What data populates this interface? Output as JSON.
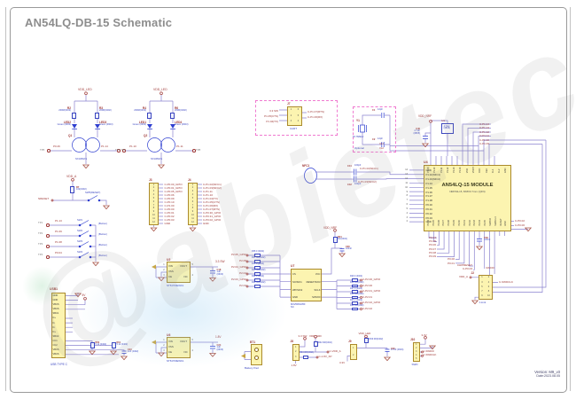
{
  "page": {
    "title": "AN54LQ-DB-15 Schematic",
    "version": "Version: M9_v3",
    "date": "Date:2023.08.05",
    "watermark": "@abietec"
  },
  "colors": {
    "wire": "#8a82cf",
    "net_label": "#9d3634",
    "value_label": "#3a45c0",
    "component_fill": "#fcf4b0",
    "component_border": "#ab8a2c",
    "pink_box": "#f07ad0",
    "ground": "#a85548",
    "title": "#8d8d8d"
  },
  "led1": {
    "vdd": "VDD_LED",
    "r_left": "R2",
    "r_left_val": "200R(0402)",
    "r_right": "R3",
    "r_right_val": "200R(0402)",
    "led_left": "LED2",
    "led_left_val": "Green (0603)",
    "led_right": "LED3",
    "led_right_val": "Green (0603)",
    "q": "Q1",
    "q_part": "NX138AKS",
    "tp_left": "TP5",
    "tp_left_net": "P0.26",
    "tp_right": "TP6",
    "tp_right_net": "P1.14"
  },
  "led2": {
    "vdd": "VDD_LED",
    "r_left": "R4",
    "r_left_val": "200R(0402)",
    "r_right": "R6",
    "r_right_val": "200R(0402)",
    "led_left": "LED1",
    "led_left_val": "Green (0603)",
    "led_right": "LED4",
    "led_right_val": "Green (0603)",
    "q": "Q2",
    "q_part": "NX138AKS",
    "tp_left": "TP7",
    "tp_left_net": "P1.10",
    "tp_right": "TP8",
    "tp_right_net": "P1.11"
  },
  "reset": {
    "vdd": "VDD_A",
    "r": "R7",
    "r_val": "10k(0402)",
    "net": "NRESET",
    "sw": "SW5(RESET)"
  },
  "buttons": {
    "rows": [
      {
        "tp": "TP1",
        "net": "P1.13",
        "sw": "SW1",
        "label": "(Button)"
      },
      {
        "tp": "TP2",
        "net": "P1.09",
        "sw": "SW2",
        "label": "(Button)"
      },
      {
        "tp": "TP3",
        "net": "P1.08",
        "sw": "SW3",
        "label": "(Button)"
      },
      {
        "tp": "TP4",
        "net": "P0.04",
        "sw": "SW4",
        "label": "(Button)"
      }
    ]
  },
  "header1": {
    "ref": "J3",
    "numbers": [
      "1",
      "2",
      "3",
      "4",
      "5",
      "6",
      "7",
      "8",
      "9",
      "10",
      "11",
      "12"
    ],
    "nets": [
      "C-P0.00_GPIO",
      "C-P0.01_GPIO",
      "C-P0.05_GPIO",
      "C-P0.06",
      "C-P0.09",
      "C-P0.10",
      "C-P1.00",
      "C-P0.00",
      "C-P0.01",
      "C-P0.02",
      "C-P0.03",
      "GND"
    ]
  },
  "header2": {
    "ref": "J4",
    "numbers": [
      "1",
      "2",
      "3",
      "4",
      "5",
      "6",
      "7",
      "8",
      "9",
      "10",
      "11",
      "12"
    ],
    "nets": [
      "C-P1.02(NFC1)",
      "C-P1.03(NFC2)",
      "C-P1.11",
      "C-P1.10",
      "C-P1.04(TX)",
      "C-P1.05(CTS)",
      "C-P1.06(RX)",
      "C-P1.07(RTS)",
      "C-P0.30_GPIO",
      "C-P0.31_GPIO",
      "C-P0.02_GPIO",
      "GND"
    ]
  },
  "uart": {
    "ref": "J7",
    "label": "UART",
    "numbers_left": [
      "1",
      "2",
      "3"
    ],
    "numbers_right": [
      "6",
      "5",
      "4"
    ],
    "left_nets": [
      "3.3 SW",
      "P1.05(CTS)",
      "P1.04(TX)"
    ],
    "right_nets": [
      "C-P1.07(RTS)",
      "C-P1.06(RX)"
    ]
  },
  "crystal": {
    "ref": "Y1",
    "value": "32.768kHz",
    "c1_ref": "C1",
    "c1_val": "12pF",
    "c2_ref": "C2",
    "c2_val": "12pF",
    "label": "Optional",
    "xl1": "XL1",
    "xl2": "XL2"
  },
  "nfc": {
    "ref": "NFC1",
    "c1": "C41",
    "c1_val": "100pF",
    "c2": "C42",
    "c2_val": "100pF",
    "net1": "C-P1.02(NFC1)",
    "net2": "C-P1.03(NFC2)"
  },
  "vdd_in": {
    "net": "VDD_NRF",
    "cap": "C40",
    "cap_val": "4.7uF",
    "cap_pkg": "(0805)",
    "l": "L1",
    "l_val": "4.7uH",
    "l_pkg": "(0806)"
  },
  "cp_labels": [
    "C-P1.14",
    "C-P1.13",
    "C-P1.12",
    "C-P1.11",
    "C-P1.10",
    "C-P1.09"
  ],
  "module": {
    "ref": "U4",
    "title": "AN54LQ-15 MODULE",
    "subtitle": "NRF54L15, 8X8X0.7mm (QFN)",
    "left_numbers": [
      "14",
      "13",
      "12",
      "11",
      "10",
      "9",
      "8",
      "7",
      "6",
      "5",
      "4",
      "3",
      "2"
    ],
    "left_pins": [
      "GND",
      "P1.02(NFC1)",
      "P1.03(NFC2)",
      "P1.04",
      "P1.05",
      "P1.06",
      "P1.07",
      "P1.08",
      "P0.00",
      "P0.01",
      "P0.02",
      "P0.03",
      "GND"
    ],
    "top_pins": [
      "P1.09",
      "P1.10",
      "P1.11",
      "P1.12",
      "P1.13",
      "P1.14",
      "VDD",
      "VDDH",
      "DCC",
      "DEC",
      "XL1",
      "XL2",
      "GND"
    ],
    "bottom_pins": [
      "P0.04",
      "P0.05",
      "P0.06",
      "P0.07",
      "P0.08",
      "P0.09",
      "P2.00",
      "P2.01",
      "P2.02",
      "P2.03",
      "P2.04",
      "P2.05",
      "SWDIO",
      "SWDCLK",
      "RESET",
      "GND"
    ],
    "right_pins": [
      "P2.06",
      "GND"
    ]
  },
  "module_bottom": {
    "nets_left": [
      "P0.04",
      "P0.05",
      "P0.06",
      "P0.07",
      "P0.08",
      "P0.09"
    ],
    "nets_mid": [
      "P0.00",
      "P0.01"
    ],
    "net_chipreset": "CHIPRESET",
    "net_p003": "C-P0.03",
    "cap": "C39",
    "cap_val": "100nF",
    "radio": "RADIO",
    "vdda": "VDD_A",
    "nets_right": [
      "C-P0.02",
      "C-P0.06"
    ]
  },
  "swd": {
    "ref": "J2",
    "numbers_left": [
      "1",
      "3",
      "5",
      "7",
      "9"
    ],
    "numbers_right": [
      "2",
      "4",
      "6",
      "8",
      "10"
    ],
    "net": "C-SWDCLK",
    "label": "J-Link"
  },
  "reg33": {
    "ref": "U2",
    "part": "NT54700EWK1",
    "pin_vin": "VIN",
    "pin_vout": "VOUT",
    "pin_vss": "VSS",
    "pin_ce": "CE",
    "pin_nc": "NC",
    "n1": "1",
    "n2": "2",
    "n3": "3",
    "n4": "4",
    "n5": "5",
    "out": "3.3 SW",
    "cap": "C18",
    "cap_val": "1uF",
    "cap_pkg": "(0603)"
  },
  "reg18": {
    "ref": "U6",
    "part": "NT54700EWK1",
    "pin_vin": "VIN",
    "pin_vout": "VOUT",
    "pin_vss": "VSS",
    "pin_ce": "CE",
    "pin_nc": "NC",
    "n1": "1",
    "n2": "2",
    "n3": "3",
    "n4": "4",
    "n5": "5",
    "out": "1.8V",
    "cap": "C24",
    "cap_val": "1uF",
    "cap_pkg": "(0603)"
  },
  "gpio_links": {
    "rows": [
      {
        "net": "P2.05_GPIO",
        "r": "R38 0 (0402)"
      },
      {
        "net": "P2.05",
        "r": "R37 NC(0402)"
      },
      {
        "net": "P2.04_GPIO",
        "r": "R34 0 (0402)"
      },
      {
        "net": "P2.04",
        "r": "R33 NC(0402)"
      },
      {
        "net": "P2.03_GPIO",
        "r": "R32 0 (0402)"
      },
      {
        "net": "P2.03",
        "r": "R31 NC(0402)"
      }
    ]
  },
  "flash": {
    "ref": "U7",
    "part": "MX25R6435F",
    "nc": "NC",
    "pins_left": [
      "CS",
      "SO/SIO1",
      "WP/SIO2",
      "GND"
    ],
    "pins_right": [
      "VCC",
      "RESET/SIO3",
      "SCLK",
      "SI/SIO0"
    ],
    "pull_net": "VDD_NRF",
    "pull_r": "R24",
    "pull_r_val": "NC(0402)",
    "pull_cap": "C38",
    "pull_cap_val": "100nF",
    "rows": [
      {
        "r": "R29 0 (0402)",
        "net": "C-P2.00_GPIO"
      },
      {
        "r": "R30 NC(0402)",
        "net": "C-P2.00"
      },
      {
        "r": "R27 0 (0402)",
        "net": "C-P2.01_GPIO"
      },
      {
        "r": "R28 NC(0402)",
        "net": "C-P2.01"
      },
      {
        "r": "R25 0 (0402)",
        "net": "C-P2.02_GPIO"
      },
      {
        "r": "R26 NC(0402)",
        "net": "C-P2.02"
      }
    ]
  },
  "usb": {
    "ref": "USB1",
    "label": "USB TYPE C",
    "net5v": "5V",
    "pins": [
      "GND",
      "GND",
      "VBUS",
      "VBUS",
      "SBU1",
      "D+",
      "D-",
      "D-",
      "D+",
      "SBU2",
      "CC1",
      "CC2",
      "VBUS",
      "VBUS"
    ],
    "r1": "R60",
    "r1_val": "5.1k (0402)",
    "r2": "R61",
    "r2_val": "5.1k (0402)",
    "cap": "C23",
    "cap_val": "1uF (0402)"
  },
  "battery": {
    "ref": "BT1",
    "label": "Battery Pad"
  },
  "pwr_sel": {
    "ref": "J8",
    "numbers": [
      "1",
      "2",
      "3"
    ],
    "net_33": "3.3 SW",
    "net_nrf": "VDD_NRF",
    "r1": "R62 0R(0402)",
    "out1": "C-VDD_A",
    "r2": "R63 0R(0402)",
    "out2": "C-1.8V_XP",
    "net_18": "1.8V"
  },
  "led_sel": {
    "ref": "J9",
    "numbers": [
      "1",
      "2"
    ],
    "net_top": "VDD_LED",
    "r": "R66 0R(0402)",
    "cap": "C26",
    "cap_val": "4.7uF (0603)",
    "net_bot": "3.3V"
  },
  "swd_sel": {
    "ref": "J10",
    "numbers": [
      "1",
      "2",
      "3",
      "4",
      "5"
    ],
    "net": "3.3V",
    "out1": "C-SWDIO",
    "out2": "C-SWDCLK",
    "label": "SWD"
  }
}
